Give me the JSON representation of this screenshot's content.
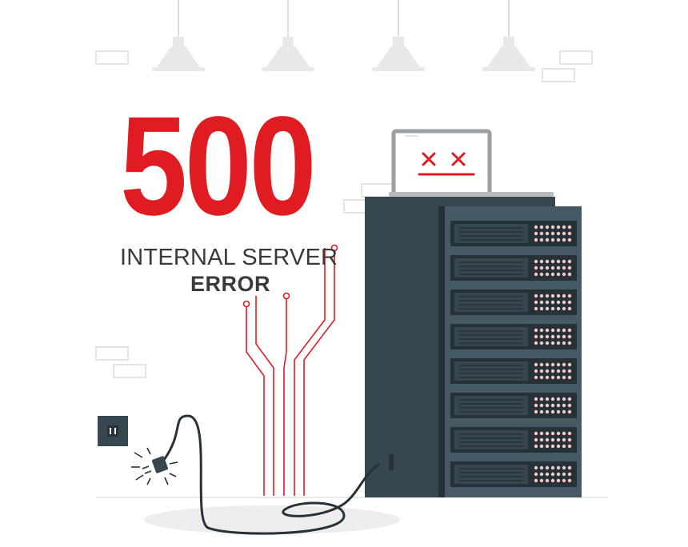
{
  "error": {
    "code": "500",
    "line1": "INTERNAL SERVER",
    "line2": "ERROR"
  },
  "colors": {
    "accent": "#e11b22",
    "server": "#37474f",
    "server_dark": "#263238",
    "lamp": "#e8e8e8"
  },
  "icons": [
    "ceiling-lamp-icon",
    "laptop-sad-face-icon",
    "server-rack-icon",
    "power-outlet-icon",
    "plug-icon",
    "circuit-lines-icon"
  ]
}
